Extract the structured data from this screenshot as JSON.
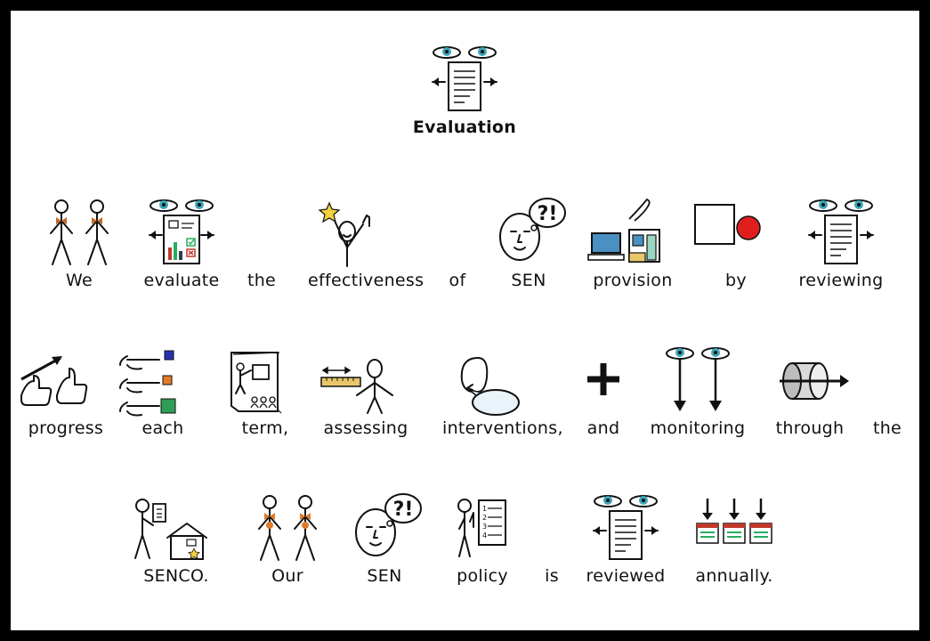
{
  "title": {
    "word": "Evaluation",
    "symbol": "review-document-symbol"
  },
  "lines": [
    [
      {
        "word": "We",
        "symbol": "we-symbol"
      },
      {
        "word": "evaluate",
        "symbol": "evaluate-symbol"
      },
      {
        "word": "the",
        "symbol": ""
      },
      {
        "word": "effectiveness",
        "symbol": "success-symbol"
      },
      {
        "word": "of",
        "symbol": ""
      },
      {
        "word": "SEN",
        "symbol": "thinking-face-symbol"
      },
      {
        "word": "provision",
        "symbol": "provision-symbol"
      },
      {
        "word": "by",
        "symbol": "by-symbol"
      },
      {
        "word": "reviewing",
        "symbol": "review-document-symbol"
      }
    ],
    [
      {
        "word": "progress",
        "symbol": "progress-symbol"
      },
      {
        "word": "each",
        "symbol": "each-symbol"
      },
      {
        "word": "term,",
        "symbol": "term-symbol"
      },
      {
        "word": "assessing",
        "symbol": "assessing-symbol"
      },
      {
        "word": "interventions,",
        "symbol": "interventions-symbol"
      },
      {
        "word": "and",
        "symbol": "plus-symbol"
      },
      {
        "word": "monitoring",
        "symbol": "monitoring-symbol"
      },
      {
        "word": "through",
        "symbol": "through-symbol"
      },
      {
        "word": "the",
        "symbol": ""
      }
    ],
    [
      {
        "word": "SENCO.",
        "symbol": "senco-symbol"
      },
      {
        "word": "Our",
        "symbol": "our-symbol"
      },
      {
        "word": "SEN",
        "symbol": "thinking-face-symbol"
      },
      {
        "word": "policy",
        "symbol": "policy-symbol"
      },
      {
        "word": "is",
        "symbol": ""
      },
      {
        "word": "reviewed",
        "symbol": "review-document-symbol"
      },
      {
        "word": "annually.",
        "symbol": "annually-symbol"
      }
    ]
  ]
}
